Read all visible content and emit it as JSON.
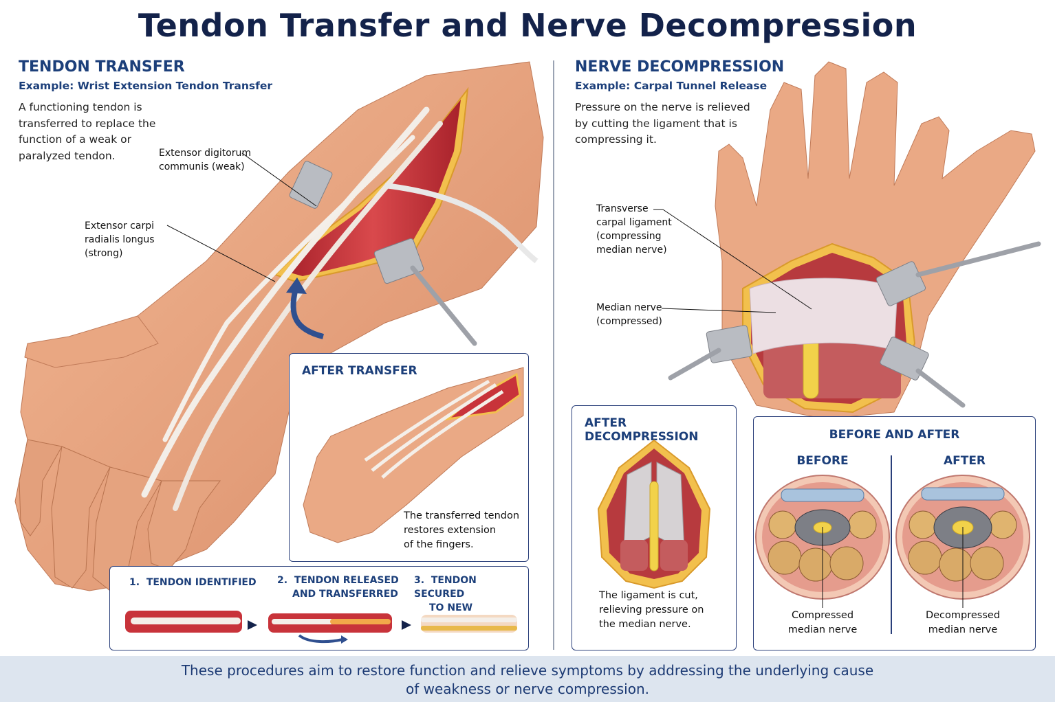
{
  "title": "Tendon Transfer and Nerve Decompression",
  "tendon_transfer": {
    "heading": "TENDON TRANSFER",
    "example": "Example: Wrist Extension Tendon Transfer",
    "description_lines": [
      "A functioning tendon is",
      "transferred to replace the",
      "function of a weak or",
      "paralyzed tendon."
    ],
    "label_edc": [
      "Extensor digitorum",
      "communis (weak)"
    ],
    "label_ecrl": [
      "Extensor carpi",
      "radialis longus",
      "(strong)"
    ],
    "after_box": {
      "heading": "AFTER TRANSFER",
      "caption_lines": [
        "The transferred tendon",
        "restores extension",
        "of the fingers."
      ]
    },
    "steps": [
      {
        "number": "1.",
        "lines": [
          "TENDON IDENTIFIED"
        ]
      },
      {
        "number": "2.",
        "lines": [
          "TENDON RELEASED",
          "AND TRANSFERRED"
        ]
      },
      {
        "number": "3.",
        "lines": [
          "TENDON SECURED",
          "TO NEW INSERTION"
        ]
      }
    ]
  },
  "nerve_decompression": {
    "heading": "NERVE DECOMPRESSION",
    "example": "Example: Carpal Tunnel Release",
    "description_lines": [
      "Pressure on the nerve is relieved",
      "by cutting the ligament that is",
      "compressing it."
    ],
    "label_ligament": [
      "Transverse",
      "carpal ligament",
      "(compressing",
      "median nerve)"
    ],
    "label_nerve": [
      "Median nerve",
      "(compressed)"
    ],
    "after_box": {
      "heading": "AFTER DECOMPRESSION",
      "caption_lines": [
        "The ligament is cut,",
        "relieving pressure on",
        "the median nerve."
      ]
    },
    "before_after": {
      "heading": "BEFORE AND AFTER",
      "before_label": "BEFORE",
      "after_label": "AFTER",
      "before_caption": [
        "Compressed",
        "median nerve"
      ],
      "after_caption": [
        "Decompressed",
        "median nerve"
      ]
    }
  },
  "footer_lines": [
    "These procedures aim to restore function and relieve symptoms by addressing the underlying cause",
    "of weakness or nerve compression."
  ],
  "colors": {
    "title": "#13224a",
    "heading": "#1c3f7a",
    "skin": "#e7a47f",
    "muscle": "#c8333a",
    "tendon": "#f1ece6",
    "nerve": "#f2d24a",
    "footer_bg": "#dde5ef"
  }
}
